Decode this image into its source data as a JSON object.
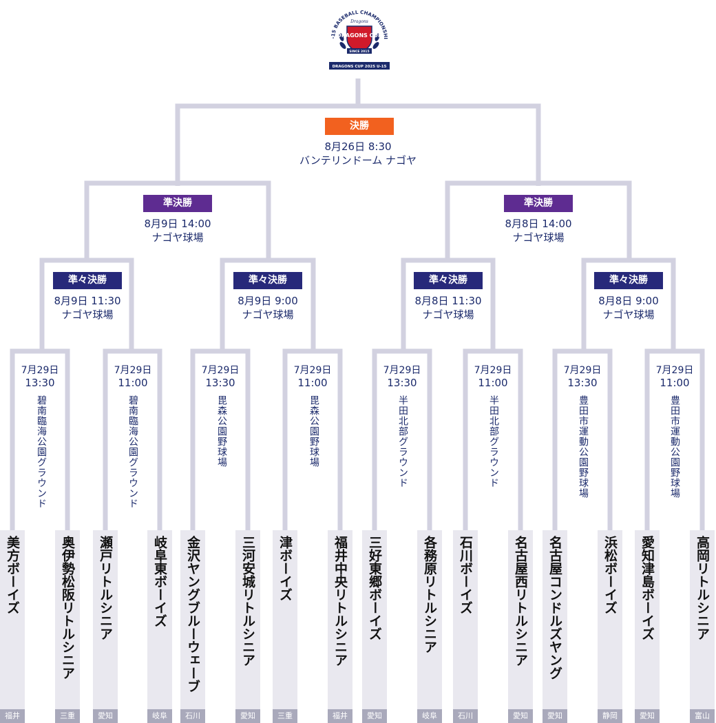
{
  "logo": {
    "arc_text": "U-15 BASEBALL CHAMPIONSHIP",
    "brand": "Dragons",
    "main": "DRAGONS CUP",
    "since": "SINCE 2015",
    "ribbon": "DRAGONS CUP 2025 U-15"
  },
  "final": {
    "label": "決勝",
    "date": "8月26日 8:30",
    "venue": "バンテリンドーム ナゴヤ"
  },
  "semis": [
    {
      "label": "準決勝",
      "date": "8月9日 14:00",
      "venue": "ナゴヤ球場"
    },
    {
      "label": "準決勝",
      "date": "8月8日 14:00",
      "venue": "ナゴヤ球場"
    }
  ],
  "quarters": [
    {
      "label": "準々決勝",
      "date": "8月9日 11:30",
      "venue": "ナゴヤ球場"
    },
    {
      "label": "準々決勝",
      "date": "8月9日 9:00",
      "venue": "ナゴヤ球場"
    },
    {
      "label": "準々決勝",
      "date": "8月8日 11:30",
      "venue": "ナゴヤ球場"
    },
    {
      "label": "準々決勝",
      "date": "8月8日 9:00",
      "venue": "ナゴヤ球場"
    }
  ],
  "round1": [
    {
      "date": "7月29日",
      "time": "13:30",
      "venue": "碧南臨海公園グラウンド"
    },
    {
      "date": "7月29日",
      "time": "11:00",
      "venue": "碧南臨海公園グラウンド"
    },
    {
      "date": "7月29日",
      "time": "13:30",
      "venue": "毘森公園野球場"
    },
    {
      "date": "7月29日",
      "time": "11:00",
      "venue": "毘森公園野球場"
    },
    {
      "date": "7月29日",
      "time": "13:30",
      "venue": "半田北部グラウンド"
    },
    {
      "date": "7月29日",
      "time": "11:00",
      "venue": "半田北部グラウンド"
    },
    {
      "date": "7月29日",
      "time": "13:30",
      "venue": "豊田市運動公園野球場"
    },
    {
      "date": "7月29日",
      "time": "11:00",
      "venue": "豊田市運動公園野球場"
    }
  ],
  "teams": [
    {
      "name": "美方ボーイズ",
      "pref": "福井"
    },
    {
      "name": "奥伊勢松阪リトルシニア",
      "pref": "三重"
    },
    {
      "name": "瀬戸リトルシニア",
      "pref": "愛知"
    },
    {
      "name": "岐阜東ボーイズ",
      "pref": "岐阜"
    },
    {
      "name": "金沢ヤングブルーウェーブ",
      "pref": "石川"
    },
    {
      "name": "三河安城リトルシニア",
      "pref": "愛知"
    },
    {
      "name": "津ボーイズ",
      "pref": "三重"
    },
    {
      "name": "福井中央リトルシニア",
      "pref": "福井"
    },
    {
      "name": "三好東郷ボーイズ",
      "pref": "愛知"
    },
    {
      "name": "各務原リトルシニア",
      "pref": "岐阜"
    },
    {
      "name": "石川ボーイズ",
      "pref": "石川"
    },
    {
      "name": "名古屋西リトルシニア",
      "pref": "愛知"
    },
    {
      "name": "名古屋コンドルズヤング",
      "pref": "愛知"
    },
    {
      "name": "浜松ボーイズ",
      "pref": "静岡"
    },
    {
      "name": "愛知津島ボーイズ",
      "pref": "愛知"
    },
    {
      "name": "高岡リトルシニア",
      "pref": "富山"
    }
  ]
}
